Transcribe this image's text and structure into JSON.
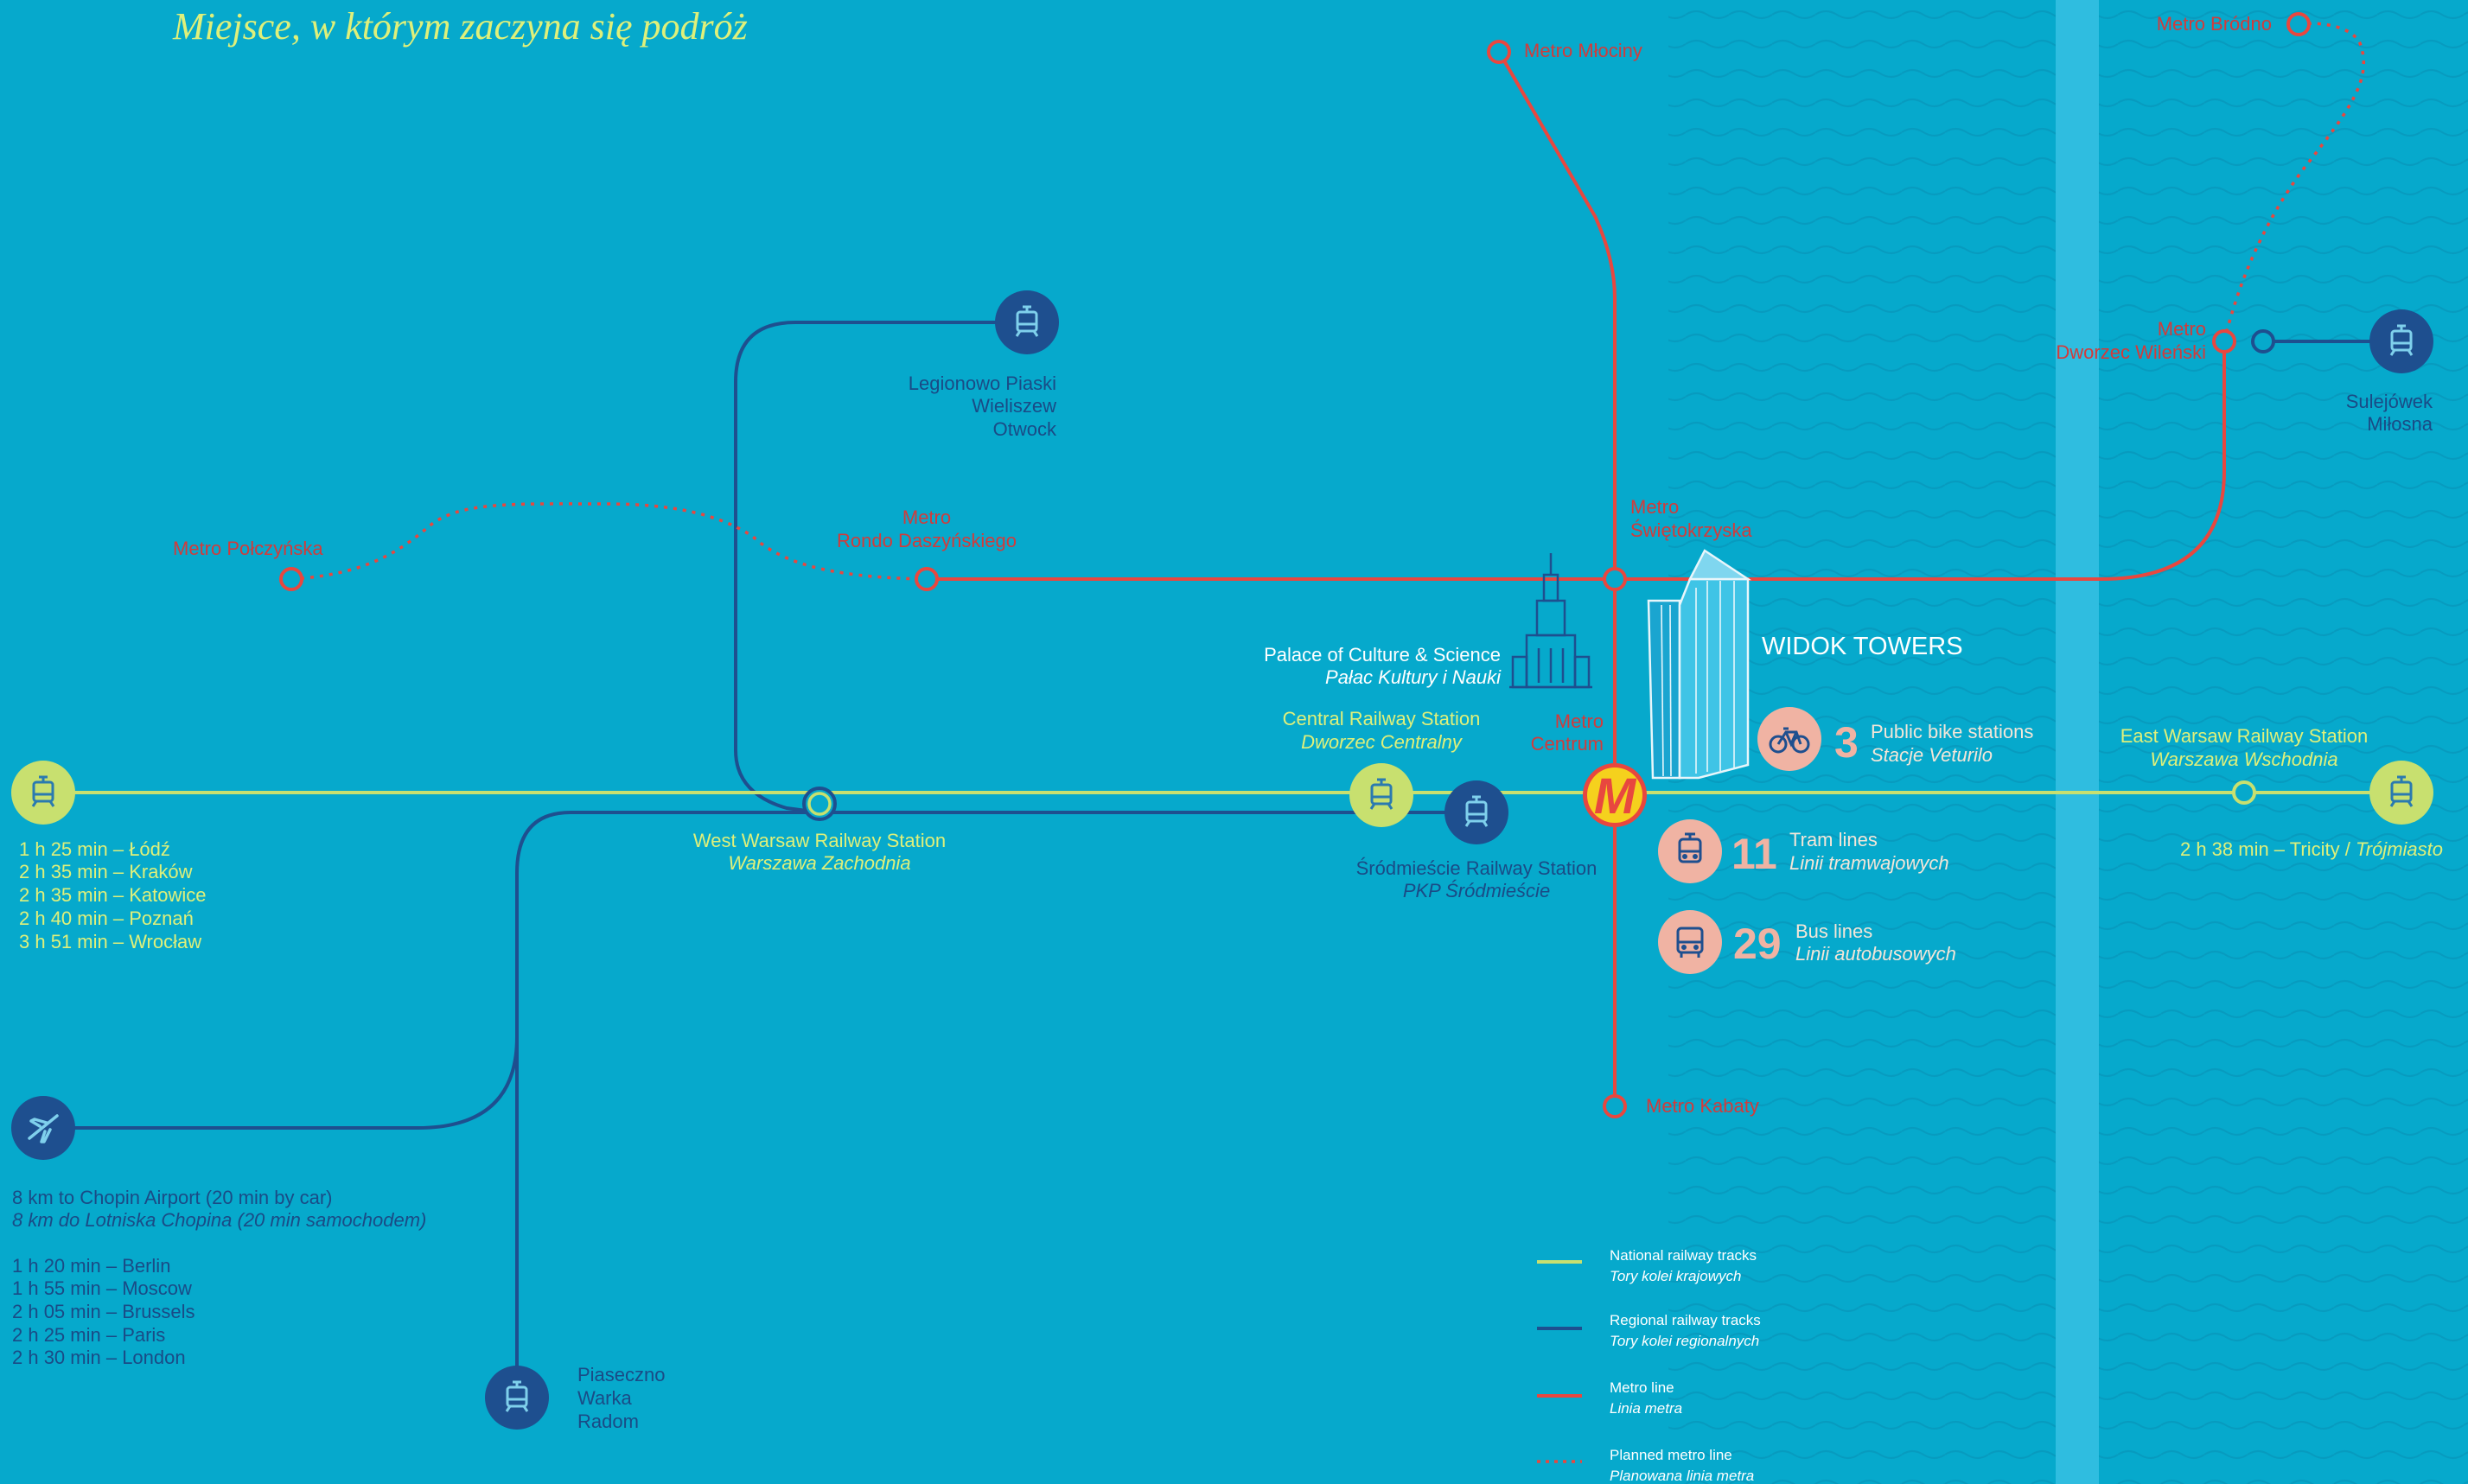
{
  "title": "Miejsce, w którym zaczyna się podróż",
  "colors": {
    "background": "#06a9cc",
    "river": "#2fbde0",
    "national": "#c8e06f",
    "regional": "#1e4f8f",
    "metro": "#e8473f",
    "label_yellow": "#dff07a",
    "label_blue": "#1a4b86",
    "label_red": "#d23b3b",
    "amenity_circle": "#f0b3a3",
    "amenity_text": "#f4e6d8"
  },
  "metro": {
    "mlociny": "Metro Młociny",
    "brodno": "Metro Bródno",
    "polczynska": "Metro Połczyńska",
    "rondo_1": "Metro",
    "rondo_2": "Rondo Daszyńskiego",
    "swieto_1": "Metro",
    "swieto_2": "Świętokrzyska",
    "centrum_1": "Metro",
    "centrum_2": "Centrum",
    "wilenski_1": "Metro",
    "wilenski_2": "Dworzec Wileński",
    "kabaty": "Metro Kabaty",
    "logo": "M"
  },
  "regional": {
    "north_1": "Legionowo Piaski",
    "north_2": "Wieliszew",
    "north_3": "Otwock",
    "east_1": "Sulejówek",
    "east_2": "Miłosna",
    "south_1": "Piaseczno",
    "south_2": "Warka",
    "south_3": "Radom",
    "srodm_1": "Śródmieście Railway Station",
    "srodm_2": "PKP Śródmieście"
  },
  "national": {
    "west_1": "West Warsaw Railway Station",
    "west_2": "Warszawa Zachodnia",
    "central_1": "Central Railway Station",
    "central_2": "Dworzec Centralny",
    "east_1": "East Warsaw Railway Station",
    "east_2": "Warszawa Wschodnia",
    "left_times": [
      "1 h 25 min – Łódź",
      "2 h 35 min – Kraków",
      "2 h 35 min – Katowice",
      "2 h 40 min – Poznań",
      "3 h 51 min – Wrocław"
    ],
    "tricity_a": "2 h 38 min – Tricity / ",
    "tricity_b": "Trójmiasto"
  },
  "airport": {
    "line1": "8 km to Chopin Airport (20 min by car)",
    "line2": "8 km do Lotniska Chopina (20 min samochodem)",
    "times": [
      "1 h 20 min – Berlin",
      "1 h 55 min – Moscow",
      "2 h 05 min – Brussels",
      "2 h 25 min – Paris",
      "2 h 30 min – London"
    ]
  },
  "landmarks": {
    "palace_1": "Palace of Culture & Science",
    "palace_2": "Pałac Kultury i Nauki",
    "widok": "WIDOK TOWERS"
  },
  "amenities": {
    "bike_num": "3",
    "bike_1": "Public bike stations",
    "bike_2": "Stacje Veturilo",
    "tram_num": "11",
    "tram_1": "Tram lines",
    "tram_2": "Linii tramwajowych",
    "bus_num": "29",
    "bus_1": "Bus lines",
    "bus_2": "Linii autobusowych"
  },
  "legend": {
    "national_1": "National railway tracks",
    "national_2": "Tory kolei krajowych",
    "regional_1": "Regional railway tracks",
    "regional_2": "Tory kolei regionalnych",
    "metro_1": "Metro line",
    "metro_2": "Linia metra",
    "planned_1": "Planned metro line",
    "planned_2": "Planowana linia metra"
  }
}
